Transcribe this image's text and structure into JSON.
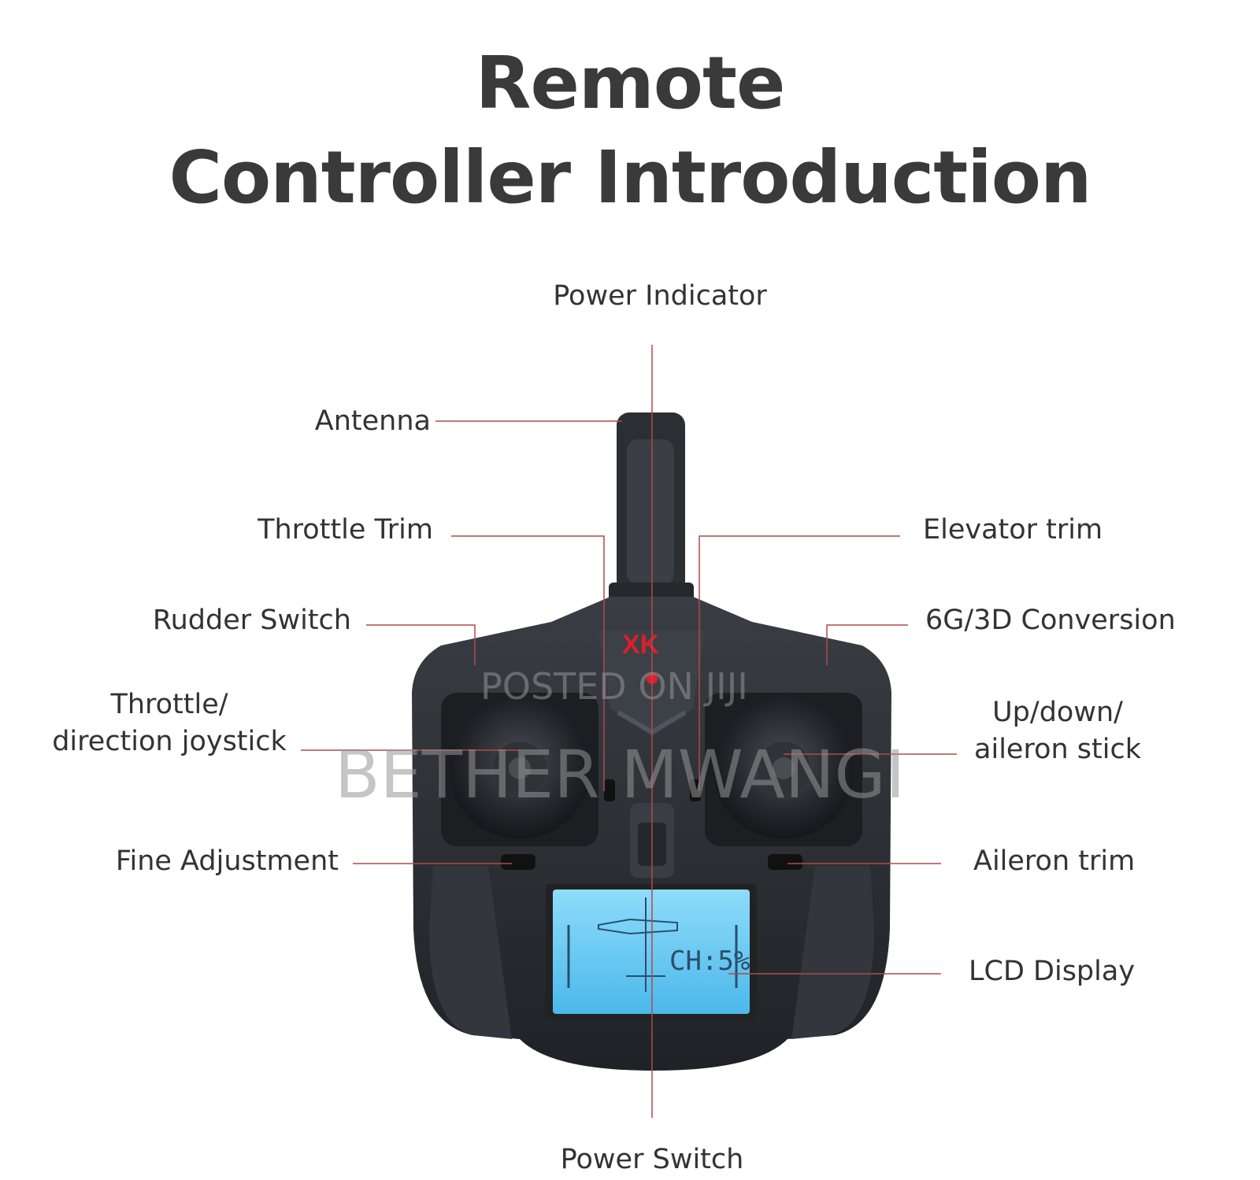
{
  "title": {
    "line1": "Remote",
    "line2": "Controller Introduction"
  },
  "labels": {
    "power_indicator": "Power Indicator",
    "antenna": "Antenna",
    "throttle_trim": "Throttle Trim",
    "elevator_trim": "Elevator trim",
    "rudder_switch": "Rudder Switch",
    "conversion": "6G/3D Conversion",
    "throttle_joystick_l1": "Throttle/",
    "throttle_joystick_l2": "direction joystick",
    "aileron_stick_l1": "Up/down/",
    "aileron_stick_l2": "aileron stick",
    "fine_adjustment": "Fine Adjustment",
    "aileron_trim": "Aileron trim",
    "lcd_display": "LCD Display",
    "power_switch": "Power Switch"
  },
  "logo_text": "XK",
  "watermark": {
    "line1": "POSTED ON JIJI",
    "line2": "BETHER MWANGI"
  },
  "colors": {
    "leader_line": "#b04a4a",
    "body": "#2a2d31",
    "lcd": "#5fc6f0",
    "indicator": "#e0202a"
  }
}
